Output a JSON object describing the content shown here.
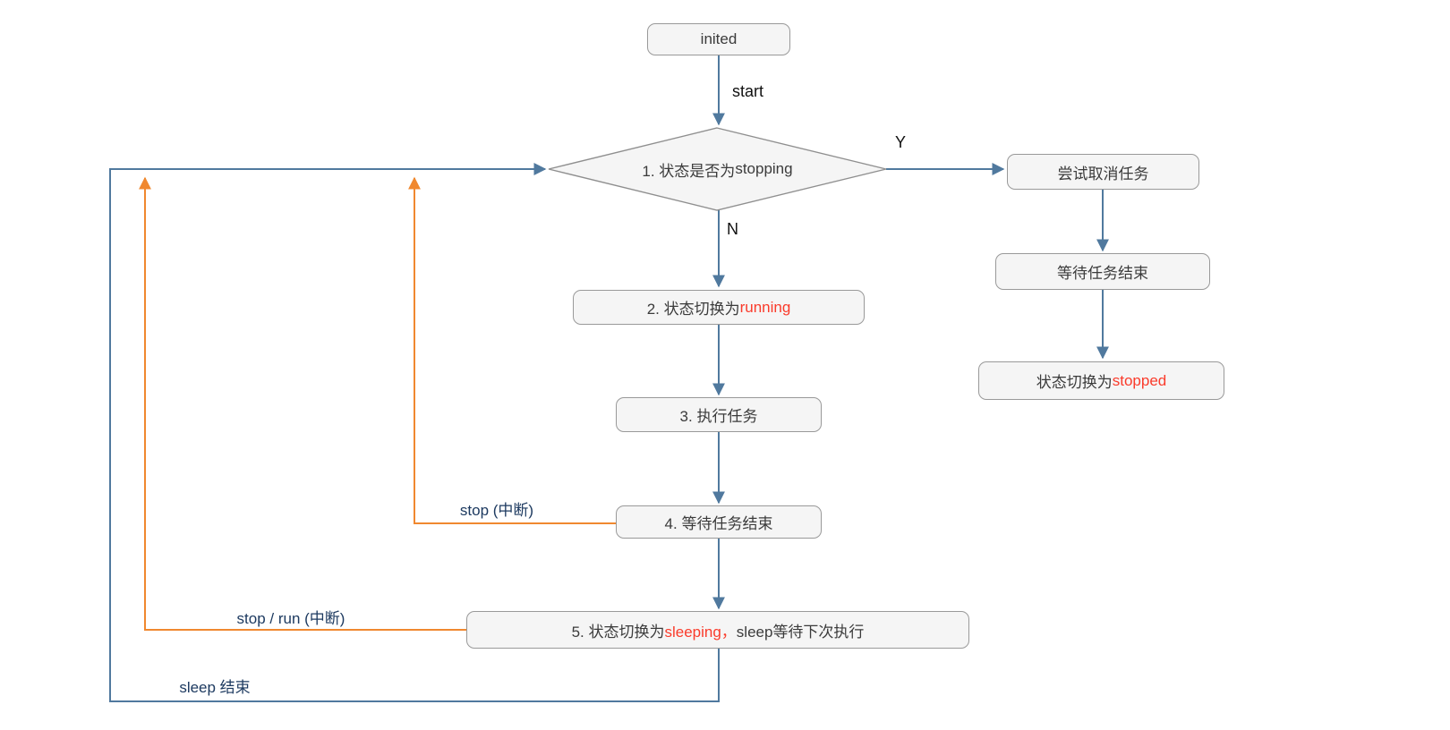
{
  "colors": {
    "line": "#50799E",
    "interrupt": "#F0882F",
    "highlight": "#FA3B2B",
    "label": "#1D3A60",
    "plain_label": "#111111",
    "node_fill": "#F5F5F5",
    "node_border": "#999999",
    "node_text": "#3B3B3B",
    "background": "#FFFFFF"
  },
  "nodes": {
    "inited": {
      "label": "inited"
    },
    "decision": {
      "prefix": "1. 状态是否为 ",
      "highlight": "stopping"
    },
    "running": {
      "prefix": "2. 状态切换为 ",
      "highlight": "running"
    },
    "execute": {
      "label": "3. 执行任务"
    },
    "wait_task": {
      "label": "4. 等待任务结束"
    },
    "sleeping": {
      "prefix": "5. 状态切换为 ",
      "highlight": "sleeping，",
      "suffix": "sleep等待下次执行"
    },
    "try_cancel": {
      "label": "尝试取消任务"
    },
    "wait_finish": {
      "label": "等待任务结束"
    },
    "stopped": {
      "prefix": "状态切换为 ",
      "highlight": "stopped"
    }
  },
  "edge_labels": {
    "start": "start",
    "yes": "Y",
    "no": "N",
    "stop": "stop (中断)",
    "stop_run": "stop / run (中断)",
    "sleep_end": "sleep 结束"
  }
}
